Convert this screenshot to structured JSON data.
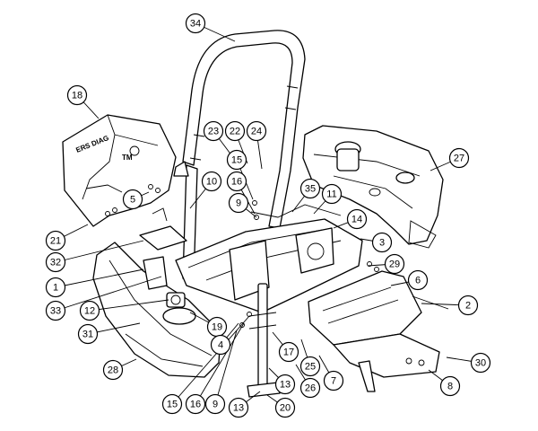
{
  "decal": {
    "text": "ERS DIAG",
    "mark": "TM"
  },
  "callouts": [
    {
      "label": "34"
    },
    {
      "label": "18"
    },
    {
      "label": "23"
    },
    {
      "label": "22"
    },
    {
      "label": "24"
    },
    {
      "label": "27"
    },
    {
      "label": "15"
    },
    {
      "label": "16"
    },
    {
      "label": "10"
    },
    {
      "label": "35"
    },
    {
      "label": "5"
    },
    {
      "label": "9"
    },
    {
      "label": "11"
    },
    {
      "label": "14"
    },
    {
      "label": "21"
    },
    {
      "label": "3"
    },
    {
      "label": "32"
    },
    {
      "label": "29"
    },
    {
      "label": "6"
    },
    {
      "label": "1"
    },
    {
      "label": "2"
    },
    {
      "label": "33"
    },
    {
      "label": "12"
    },
    {
      "label": "19"
    },
    {
      "label": "31"
    },
    {
      "label": "4"
    },
    {
      "label": "17"
    },
    {
      "label": "30"
    },
    {
      "label": "28"
    },
    {
      "label": "25"
    },
    {
      "label": "7"
    },
    {
      "label": "8"
    },
    {
      "label": "13"
    },
    {
      "label": "26"
    },
    {
      "label": "15"
    },
    {
      "label": "16"
    },
    {
      "label": "9"
    },
    {
      "label": "13"
    },
    {
      "label": "20"
    }
  ]
}
